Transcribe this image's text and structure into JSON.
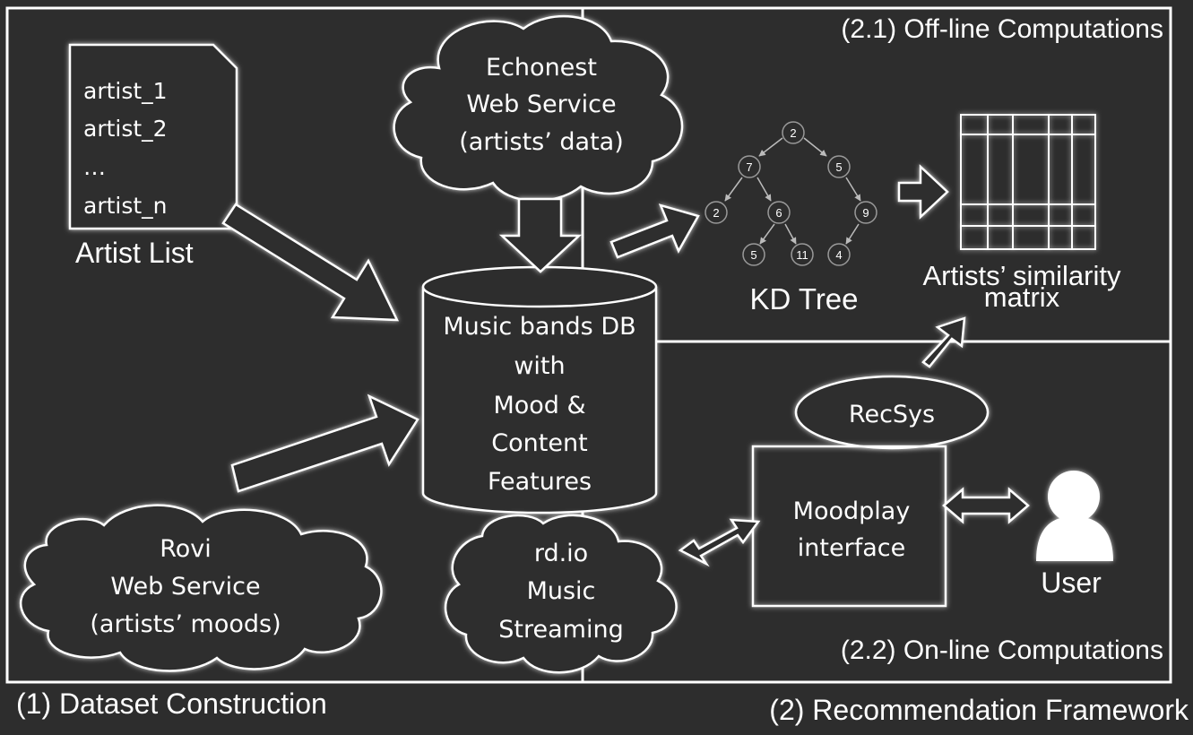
{
  "sections": {
    "offline_title": "(2.1) Off-line Computations",
    "online_title": "(2.2) On-line Computations",
    "dataset_title": "(1) Dataset Construction",
    "framework_title": "(2) Recommendation Framework"
  },
  "artist_list": {
    "items": [
      "artist_1",
      "artist_2",
      "…",
      "artist_n"
    ],
    "caption": "Artist List"
  },
  "echonest": {
    "lines": [
      "Echonest",
      "Web Service",
      "(artists’ data)"
    ]
  },
  "rovi": {
    "lines": [
      "Rovi",
      "Web Service",
      "(artists’ moods)"
    ]
  },
  "database": {
    "lines": [
      "Music bands DB",
      "with",
      "Mood &",
      "Content",
      "Features"
    ]
  },
  "kd_tree": {
    "caption": "KD Tree",
    "nodes": [
      "2",
      "7",
      "5",
      "2",
      "6",
      "9",
      "5",
      "11",
      "4"
    ]
  },
  "similarity_matrix": {
    "caption_lines": [
      "Artists’ similarity",
      "matrix"
    ]
  },
  "recsys": {
    "label": "RecSys"
  },
  "moodplay": {
    "lines": [
      "Moodplay",
      "interface"
    ]
  },
  "rdio": {
    "lines": [
      "rd.io",
      "Music",
      "Streaming"
    ]
  },
  "user": {
    "label": "User"
  },
  "colors": {
    "background": "#2d2d2d",
    "foreground": "#ffffff",
    "glow": "#ffffff"
  }
}
